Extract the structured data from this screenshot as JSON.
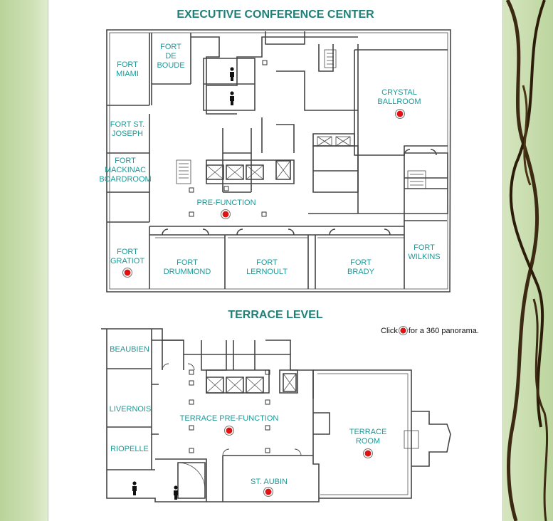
{
  "title_upper": "EXECUTIVE CONFERENCE CENTER",
  "title_lower": "TERRACE LEVEL",
  "legend": {
    "word_before": "Click",
    "text_after": "for a 360 panorama."
  },
  "colors": {
    "label": "#1a9a98",
    "heading": "#1f8078",
    "hotspot": "#e01212",
    "walls": "#444444"
  },
  "rooms_upper": {
    "fort_miami": "FORT\nMIAMI",
    "fort_de_boude": "FORT\nDE\nBOUDE",
    "fort_st_joseph": "FORT ST.\nJOSEPH",
    "fort_mackinac": "FORT\nMACKINAC\nBOARDROOM",
    "crystal_ballroom": "CRYSTAL\nBALLROOM",
    "pre_function": "PRE-FUNCTION",
    "fort_gratiot": "FORT\nGRATIOT",
    "fort_drummond": "FORT\nDRUMMOND",
    "fort_lernoult": "FORT\nLERNOULT",
    "fort_brady": "FORT\nBRADY",
    "fort_wilkins": "FORT\nWILKINS"
  },
  "rooms_lower": {
    "beaubien": "BEAUBIEN",
    "livernois": "LIVERNOIS",
    "riopelle": "RIOPELLE",
    "terrace_pre_function": "TERRACE PRE-FUNCTION",
    "terrace_room": "TERRACE\nROOM",
    "st_aubin": "ST. AUBIN"
  },
  "icons": {
    "restroom": "person-icon",
    "hotspot": "panorama-hotspot-icon"
  }
}
